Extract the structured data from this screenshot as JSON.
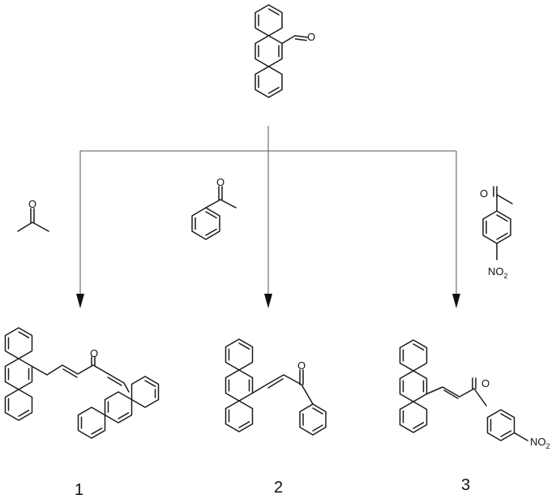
{
  "atoms": {
    "oxygen": "O",
    "nitro_main": "NO",
    "nitro_sub": "2"
  },
  "compounds": {
    "c1": "1",
    "c2": "2",
    "c3": "3"
  }
}
